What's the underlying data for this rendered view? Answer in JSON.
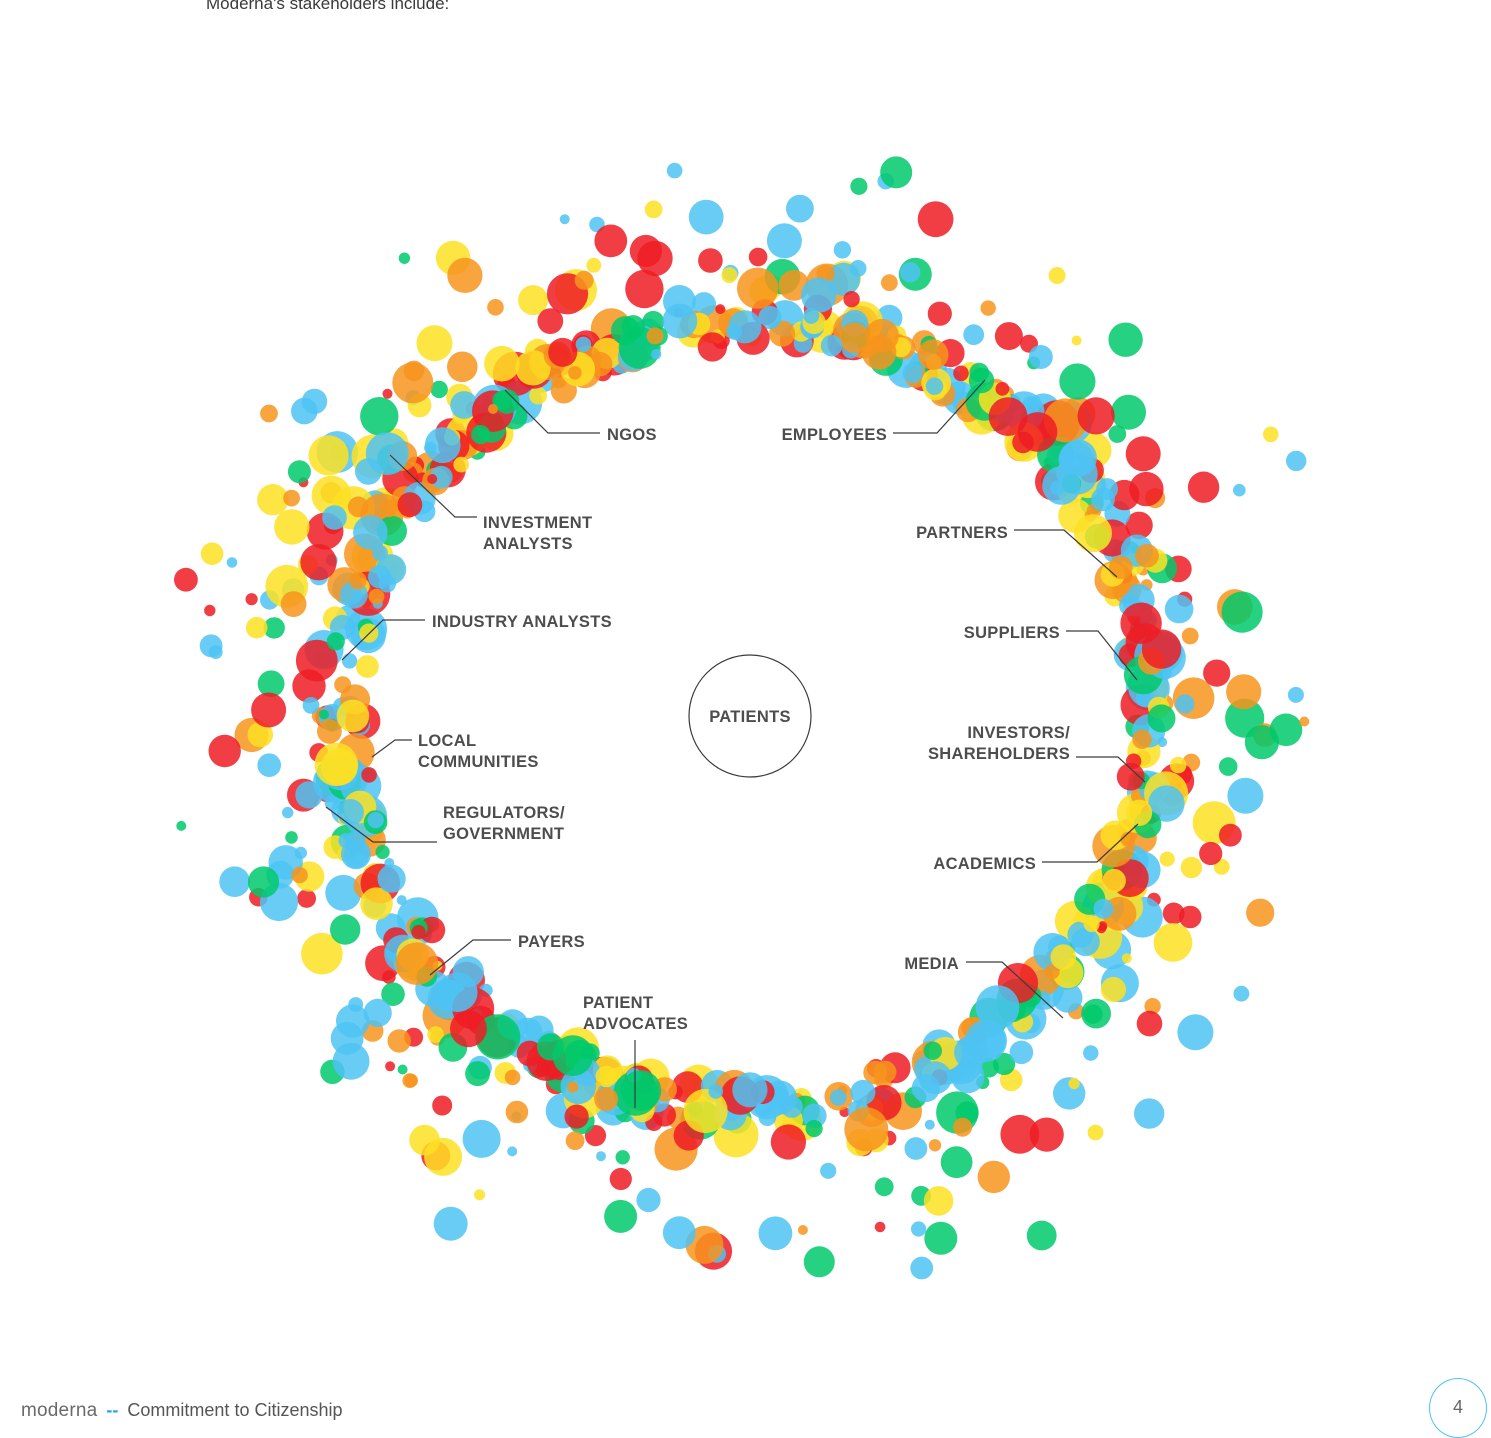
{
  "intro_text": "Moderna's stakeholders include:",
  "center_label": "PATIENTS",
  "stakeholders": [
    {
      "id": "ngos",
      "lines": [
        "NGOS"
      ]
    },
    {
      "id": "employees",
      "lines": [
        "EMPLOYEES"
      ]
    },
    {
      "id": "investment-analysts",
      "lines": [
        "INVESTMENT",
        "ANALYSTS"
      ]
    },
    {
      "id": "partners",
      "lines": [
        "PARTNERS"
      ]
    },
    {
      "id": "industry-analysts",
      "lines": [
        "INDUSTRY ANALYSTS"
      ]
    },
    {
      "id": "suppliers",
      "lines": [
        "SUPPLIERS"
      ]
    },
    {
      "id": "local-communities",
      "lines": [
        "LOCAL",
        "COMMUNITIES"
      ]
    },
    {
      "id": "investors-shareholders",
      "lines": [
        "INVESTORS/",
        "SHAREHOLDERS"
      ]
    },
    {
      "id": "regulators-government",
      "lines": [
        "REGULATORS/",
        "GOVERNMENT"
      ]
    },
    {
      "id": "academics",
      "lines": [
        "ACADEMICS"
      ]
    },
    {
      "id": "payers",
      "lines": [
        "PAYERS"
      ]
    },
    {
      "id": "media",
      "lines": [
        "MEDIA"
      ]
    },
    {
      "id": "patient-advocates",
      "lines": [
        "PATIENT",
        "ADVOCATES"
      ]
    }
  ],
  "colors": {
    "red": "#ee1c25",
    "orange": "#f7941d",
    "yellow": "#fde023",
    "green": "#00c96b",
    "blue": "#4dc3f3",
    "text": "#4d4d4d",
    "footer_accent": "#2aa3e3"
  },
  "footer": {
    "brand": "moderna",
    "separator": "--",
    "text": "Commitment to Citizenship"
  },
  "page_number": "4"
}
